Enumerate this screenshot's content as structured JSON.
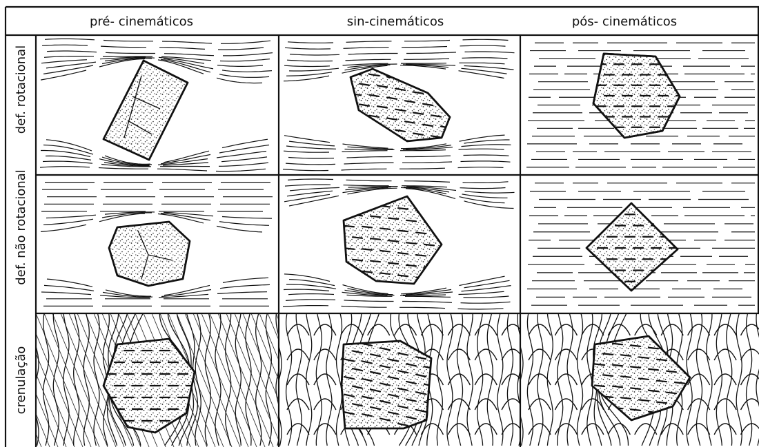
{
  "columns": [
    {
      "label": "pré- cinemáticos"
    },
    {
      "label": "sin-cinemáticos"
    },
    {
      "label": "pós- cinemáticos"
    }
  ],
  "rows": [
    {
      "label": "def. rotacional"
    },
    {
      "label": "def. não rotacional"
    },
    {
      "label": "crenulação"
    }
  ],
  "colors": {
    "ink": "#111111",
    "paper": "#ffffff"
  }
}
